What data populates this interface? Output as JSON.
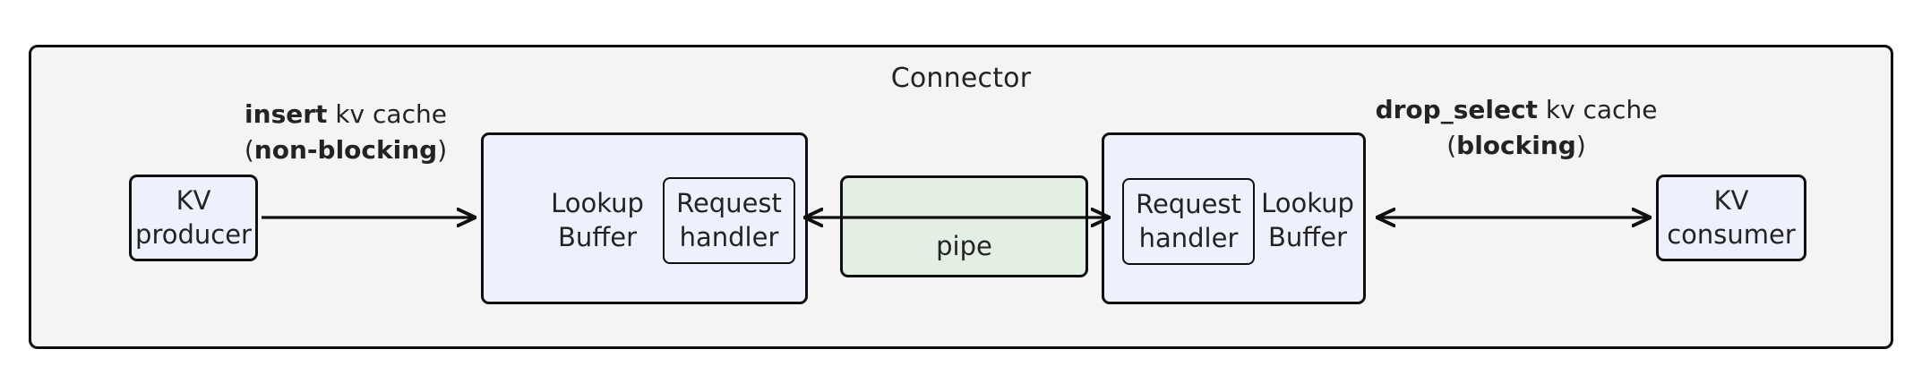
{
  "diagram": {
    "title": "Connector",
    "type": "block-diagram",
    "colors": {
      "canvas_background": "#ffffff",
      "container_fill": "#f4f4f4",
      "node_fill_blue": "#eef1fb",
      "node_fill_green": "#e2efe2",
      "stroke": "#0f0f0f",
      "text": "#232323"
    }
  },
  "nodes": {
    "kv_producer": {
      "line1": "KV",
      "line2": "producer"
    },
    "kv_consumer": {
      "line1": "KV",
      "line2": "consumer"
    },
    "lookup_buffer_left": {
      "line1": "Lookup",
      "line2": "Buffer"
    },
    "lookup_buffer_right": {
      "line1": "Lookup",
      "line2": "Buffer"
    },
    "request_handler_left": {
      "line1": "Request",
      "line2": "handler"
    },
    "request_handler_right": {
      "line1": "Request",
      "line2": "handler"
    },
    "pipe": {
      "label": "pipe"
    }
  },
  "edges": {
    "insert": {
      "line1_bold": "insert",
      "line1_rest": " kv cache",
      "line2_open": "(",
      "line2_bold": "non-blocking",
      "line2_close": ")",
      "direction": "forward"
    },
    "drop_select": {
      "line1_bold": "drop_select",
      "line1_rest": " kv cache",
      "line2_open": "(",
      "line2_bold": "blocking",
      "line2_close": ")",
      "direction": "bidirectional"
    }
  }
}
